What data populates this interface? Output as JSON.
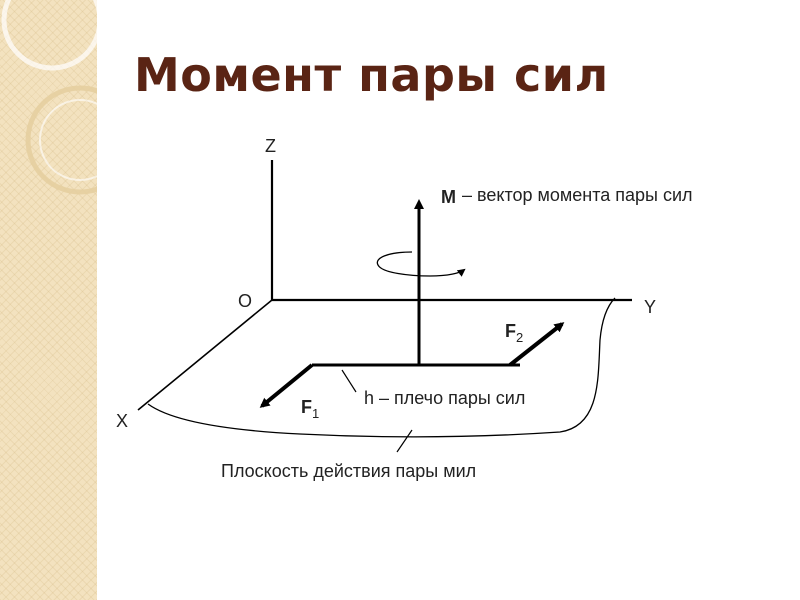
{
  "slide": {
    "title": "Момент пары сил"
  },
  "diagram": {
    "axis_z": "Z",
    "axis_y": "Y",
    "axis_x": "X",
    "origin": "O",
    "moment_symbol": "M",
    "moment_caption": "– вектор момента пары сил",
    "force1_symbol": "F",
    "force1_subscript": "1",
    "force2_symbol": "F",
    "force2_subscript": "2",
    "arm_caption": "h – плечо пары сил",
    "plane_caption": "Плоскость действия пары мил"
  },
  "colors": {
    "title": "#5a2414",
    "strip": "#f3e2bf",
    "line": "#000000"
  }
}
